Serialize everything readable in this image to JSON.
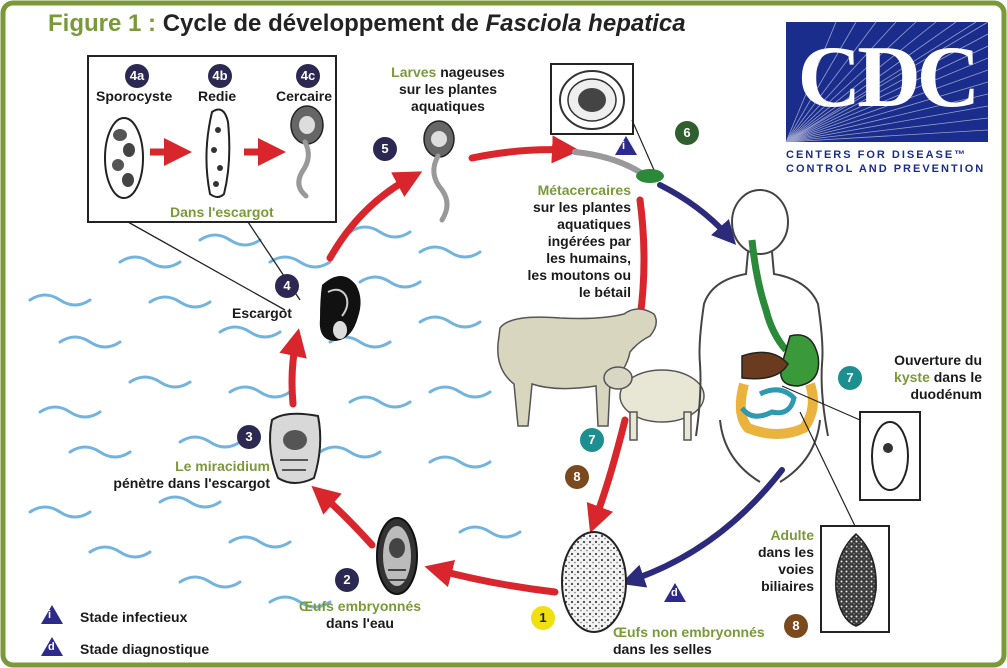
{
  "title": {
    "prefix": "Figure 1 :",
    "main": "Cycle de développement de ",
    "species": "Fasciola hepatica"
  },
  "logo": {
    "word": "CDC",
    "line1": "CENTERS FOR DISEASE™",
    "line2": "CONTROL AND PREVENTION"
  },
  "inset": {
    "stages": [
      {
        "badge": "4a",
        "label": "Sporocyste"
      },
      {
        "badge": "4b",
        "label": "Redie"
      },
      {
        "badge": "4c",
        "label": "Cercaire"
      }
    ],
    "caption": "Dans l'escargot"
  },
  "steps": {
    "s1": {
      "badge": "1",
      "label1": "Œufs non embryonnés",
      "label2": "dans les selles"
    },
    "s2": {
      "badge": "2",
      "label1": "Œufs embryonnés",
      "label2": "dans l'eau"
    },
    "s3": {
      "badge": "3",
      "label1": "Le miracidium",
      "label2": "pénètre dans l'escargot"
    },
    "s4": {
      "badge": "4",
      "label": "Escargot"
    },
    "s5": {
      "badge": "5",
      "label1": "Larves",
      "label2": " nageuses",
      "label3": "sur les plantes",
      "label4": "aquatiques"
    },
    "s6": {
      "badge": "6",
      "marker": "i"
    },
    "meta": {
      "l1": "Métacercaires",
      "l2": "sur les plantes",
      "l3": "aquatiques",
      "l4": "ingérées par",
      "l5": "les humains,",
      "l6": "les moutons ou",
      "l7": "le bétail"
    },
    "s7a": {
      "badge": "7"
    },
    "s8a": {
      "badge": "8"
    },
    "s7b": {
      "badge": "7",
      "l1": "Ouverture du",
      "l2": "kyste",
      "l3": " dans le",
      "l4": "duodénum"
    },
    "s8b": {
      "badge": "8",
      "l1": "Adulte",
      "l2": "dans les",
      "l3": "voies",
      "l4": "biliaires"
    },
    "diag": {
      "marker": "d"
    }
  },
  "legend": {
    "infective": {
      "marker": "i",
      "label": "Stade infectieux"
    },
    "diagnostic": {
      "marker": "d",
      "label": "Stade diagnostique"
    }
  },
  "colors": {
    "border": "#7a9a3a",
    "arrow_red": "#d8262c",
    "arrow_navy": "#2c2a7a",
    "water": "#5aa7d8"
  }
}
